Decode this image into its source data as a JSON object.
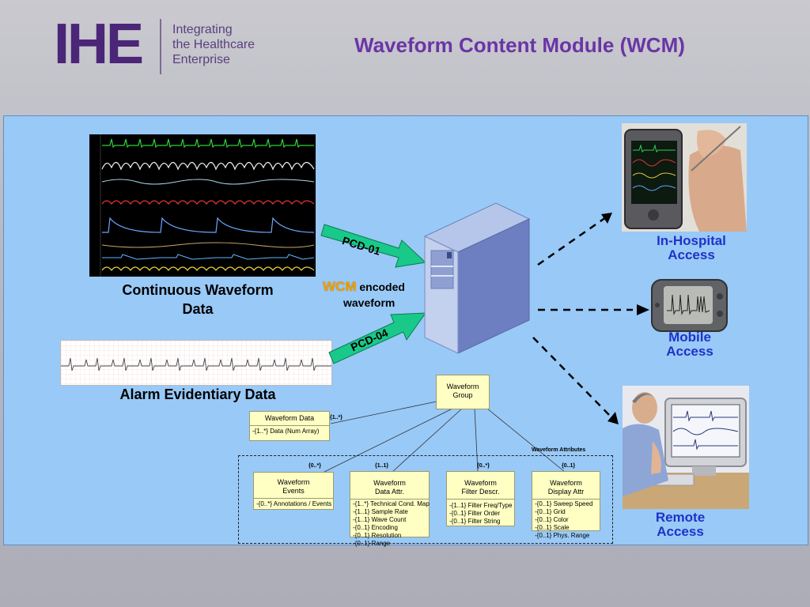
{
  "header": {
    "logo_mark": "IHE",
    "logo_lines": [
      "Integrating",
      "the Healthcare",
      "Enterprise"
    ],
    "title": "Waveform Content Module (WCM)"
  },
  "sources": {
    "continuous_line1": "Continuous Waveform",
    "continuous_line2": "Data",
    "alarm": "Alarm Evidentiary Data"
  },
  "transactions": {
    "pcd01": "PCD-01",
    "pcd04": "PCD-04",
    "wcm": "WCM",
    "encoded": "encoded",
    "waveform": "waveform"
  },
  "access": {
    "inhospital_line1": "In-Hospital",
    "inhospital_line2": "Access",
    "mobile_line1": "Mobile",
    "mobile_line2": "Access",
    "remote_line1": "Remote",
    "remote_line2": "Access"
  },
  "uml": {
    "group": {
      "line1": "Waveform",
      "line2": "Group"
    },
    "data": {
      "title": "Waveform Data",
      "attrs": [
        "-{1..*} Data (Num Array)"
      ],
      "mult": "{1..*}"
    },
    "attributes_label": "Waveform Attributes",
    "events": {
      "line1": "Waveform",
      "line2": "Events",
      "attrs": [
        "-{0..*} Annotations / Events"
      ],
      "mult": "{0..*}"
    },
    "data_attr": {
      "line1": "Waveform",
      "line2": "Data Attr.",
      "attrs": [
        "-{1..*} Technical Cond. Map",
        "-{1..1} Sample Rate",
        "-{1..1} Wave Count",
        "-{0..1} Encoding",
        "-{0..1} Resolution",
        "-{0..1} Range"
      ],
      "mult": "{1..1}"
    },
    "filter": {
      "line1": "Waveform",
      "line2": "Filter Descr.",
      "attrs": [
        "-{1..1} Filter Freq/Type",
        "-{0..1} Filter Order",
        "-{0..1} Filter String"
      ],
      "mult": "{0..*}"
    },
    "display": {
      "line1": "Waveform",
      "line2": "Display Attr",
      "attrs": [
        "-{0..1} Sweep Speed",
        "-{0..1} Grid",
        "-{0..1} Color",
        "-{0..1} Scale",
        "-{0..1} Phys. Range"
      ],
      "mult": "{0..1}"
    }
  },
  "colors": {
    "brand_purple": "#4b2577",
    "title_purple": "#6a35a5",
    "panel_blue": "#99c9f7",
    "arrow_green": "#19c98a",
    "access_blue": "#1e33c8",
    "wcm_orange": "#f3a100",
    "uml_fill": "#ffffc4"
  }
}
